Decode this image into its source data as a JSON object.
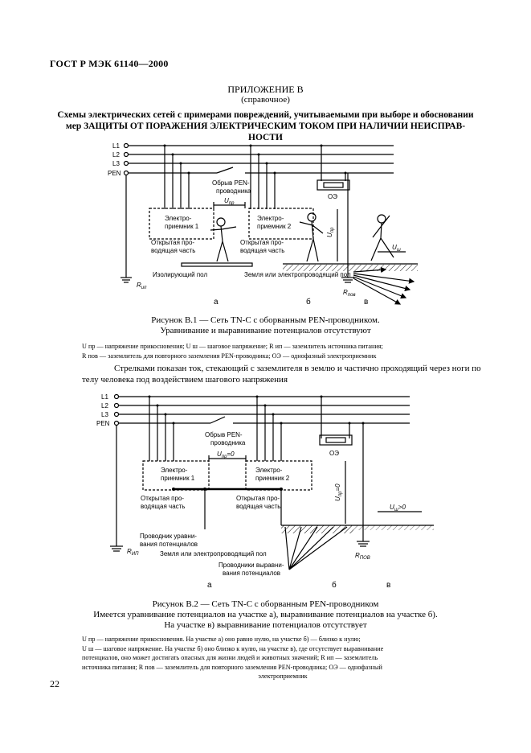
{
  "doc_code": "ГОСТ Р МЭК 61140—2000",
  "appendix": {
    "title": "ПРИЛОЖЕНИЕ В",
    "type": "(справочное)"
  },
  "section_title": [
    "Схемы электрических сетей с примерами повреждений, учитываемыми при выборе и обосновании",
    "мер ЗАЩИТЫ ОТ ПОРАЖЕНИЯ ЭЛЕКТРИЧЕСКИМ ТОКОМ ПРИ НАЛИЧИИ НЕИСПРАВ-",
    "НОСТИ"
  ],
  "figure1": {
    "lines": [
      "L1",
      "L2",
      "L3",
      "PEN"
    ],
    "break_label": [
      "Обрыв PEN-",
      "проводника"
    ],
    "u_touch": "U",
    "u_touch_sub": "пр",
    "receiver1": [
      "Электро-",
      "приемник 1"
    ],
    "receiver2": [
      "Электро-",
      "приемник 2"
    ],
    "open_part1": [
      "Открытая про-",
      "водящая часть"
    ],
    "open_part2": [
      "Открытая про-",
      "водящая часть"
    ],
    "oe": "ОЭ",
    "insulating_floor": "Изолирующий пол",
    "ground_floor": "Земля или электропроводящий пол",
    "r_ip": "R",
    "r_ip_sub": "ип",
    "r_pov": "R",
    "r_pov_sub": "пов",
    "u_step": "U",
    "u_step_sub": "ш",
    "sections": [
      "а",
      "б",
      "в"
    ],
    "caption": [
      "Рисунок В.1 — Сеть TN-C с оборванным PEN-проводником.",
      "Уравнивание и выравнивание потенциалов отсутствуют"
    ]
  },
  "legend1": [
    "U пр — напряжение прикосновения; U ш — шаговое напряжение; R ип — заземлитель источника питания;",
    "R пов — заземлитель для повторного заземления PEN-проводника; ОЭ — однофазный электроприемник"
  ],
  "paragraph": [
    "Стрелками показан ток, стекающий с заземлителя в землю и частично проходящий",
    "через ноги по телу человека под воздействием шагового напряжения"
  ],
  "figure2": {
    "lines": [
      "L1",
      "L2",
      "L3",
      "PEN"
    ],
    "break_label": [
      "Обрыв PEN-",
      "проводника"
    ],
    "u_touch": "U",
    "u_touch_sub": "пр",
    "u_touch_val": "=0",
    "receiver1": [
      "Электро-",
      "приемник 1"
    ],
    "receiver2": [
      "Электро-",
      "приемник 2"
    ],
    "open_part1": [
      "Открытая про-",
      "водящая часть"
    ],
    "open_part2": [
      "Открытая про-",
      "водящая часть"
    ],
    "oe": "ОЭ",
    "equalizing": [
      "Проводник уравни-",
      "вания потенциалов"
    ],
    "ground_floor": "Земля или электропроводящий пол",
    "leveling": [
      "Проводники выравни-",
      "вания потенциалов"
    ],
    "r_ip": "R",
    "r_ip_sub": "ИП",
    "r_pov": "R",
    "r_pov_sub": "ПОВ",
    "u_step": "U",
    "u_step_sub": "ш",
    "u_step_val": ">0",
    "sections": [
      "а",
      "б",
      "в"
    ],
    "caption": [
      "Рисунок В.2 — Сеть TN-C с оборванным PEN-проводником",
      "Имеется уравнивание потенциалов на участке а), выравнивание потенциалов на участке б).",
      "На участке в) выравнивание потенциалов отсутствует"
    ]
  },
  "legend2": [
    "U пр — напряжение прикосновения. На участке а) оно равно нулю, на участке б) — близко к нулю;",
    "U ш — шаговое напряжение. На участке б) оно близко к нулю, на участке в), где отсутствует выравнивание",
    "потенциалов, оно может достигать опасных для жизни людей и животных значений; R ип — заземлитель",
    "источника питания; R пов — заземлитель для повторного заземления PEN-проводника; ОЭ — однофазный",
    "электроприемник"
  ],
  "page_number": "22"
}
